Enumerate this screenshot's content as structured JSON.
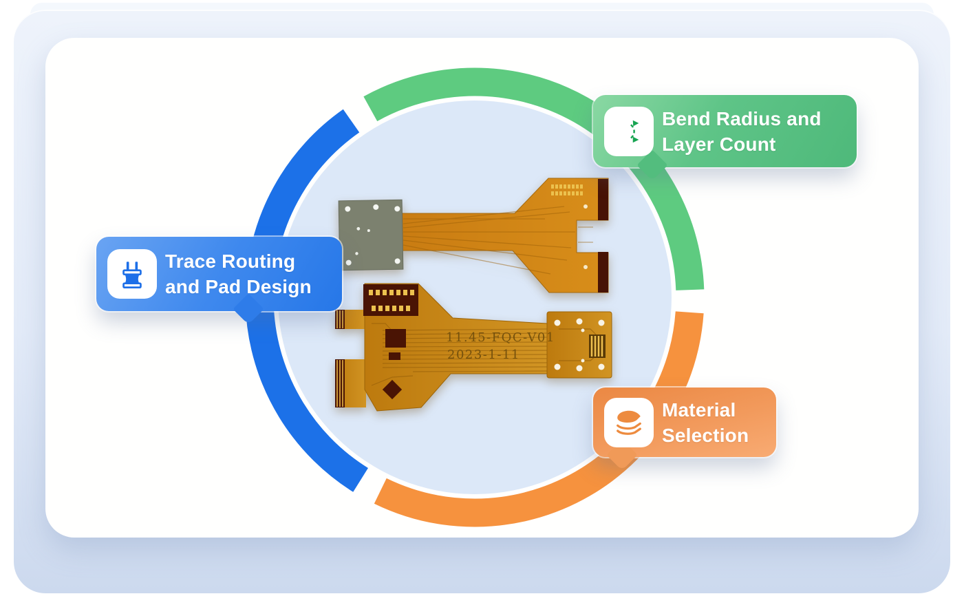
{
  "callouts": [
    {
      "id": "bend-radius",
      "lines": [
        "Bend Radius and",
        "Layer Count"
      ],
      "icon": "bend-flex-icon",
      "accent": "#18a452",
      "gradient": [
        "#8ad8a3",
        "#4eb97a"
      ]
    },
    {
      "id": "trace-routing",
      "lines": [
        "Trace Routing",
        "and Pad Design"
      ],
      "icon": "connector-plug-icon",
      "accent": "#1d6fe8",
      "gradient": [
        "#6aa4f2",
        "#2677e8"
      ]
    },
    {
      "id": "material-selection",
      "lines": [
        "Material",
        "Selection"
      ],
      "icon": "material-layers-icon",
      "accent": "#ed8b3f",
      "gradient": [
        "#eb8843",
        "#f8ab73"
      ]
    }
  ],
  "ring": {
    "inner_circle_color": "#dce8f8",
    "segments": [
      {
        "id": "ring-segment-green",
        "color": "#5ecb80"
      },
      {
        "id": "ring-segment-orange",
        "color": "#f6923e"
      },
      {
        "id": "ring-segment-blue",
        "color": "#1c71e8"
      }
    ]
  },
  "pcb": {
    "silkscreen_line1": "11.45-FQC-V01",
    "silkscreen_line2": "2023-1-11"
  }
}
